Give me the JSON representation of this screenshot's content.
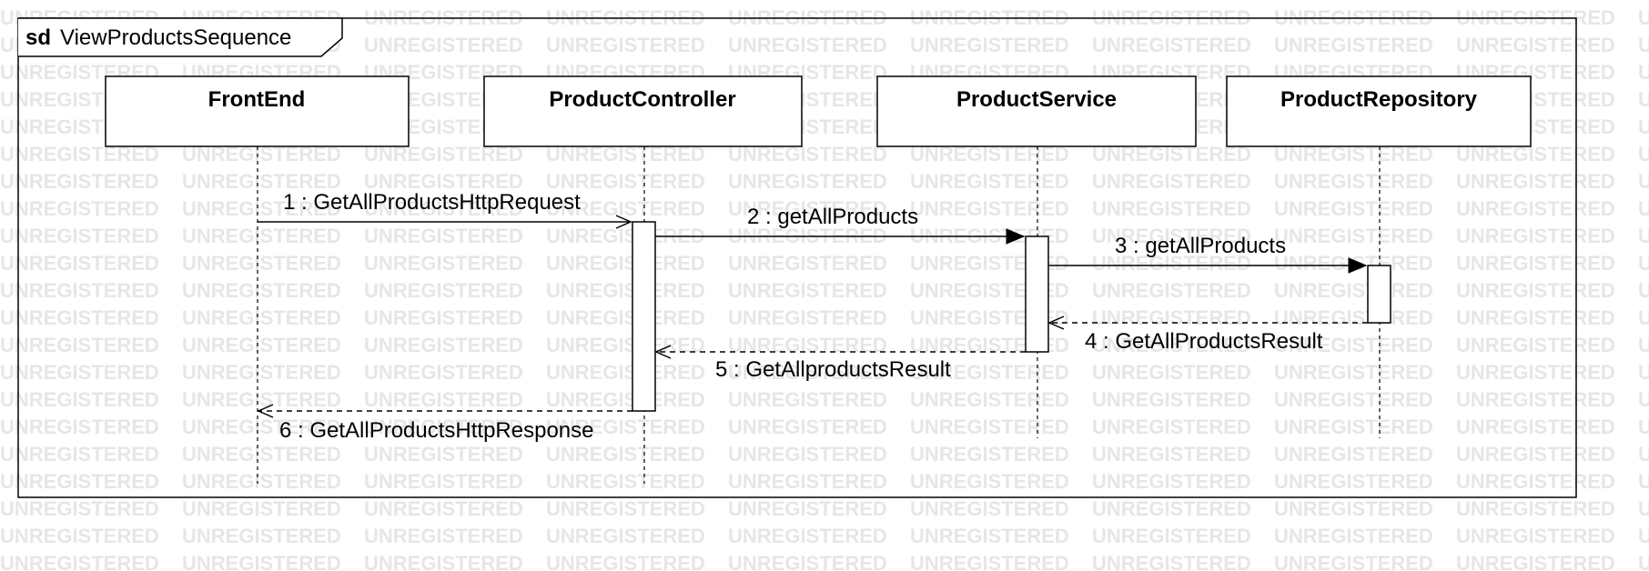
{
  "frame": {
    "keyword": "sd",
    "name": "ViewProductsSequence"
  },
  "watermark": "UNREGISTERED",
  "lifelines": [
    {
      "id": "frontend",
      "name": "FrontEnd"
    },
    {
      "id": "controller",
      "name": "ProductController"
    },
    {
      "id": "service",
      "name": "ProductService"
    },
    {
      "id": "repository",
      "name": "ProductRepository"
    }
  ],
  "messages": [
    {
      "id": "m1",
      "label": "1 : GetAllProductsHttpRequest",
      "from": "frontend",
      "to": "controller",
      "kind": "async"
    },
    {
      "id": "m2",
      "label": "2 : getAllProducts",
      "from": "controller",
      "to": "service",
      "kind": "sync"
    },
    {
      "id": "m3",
      "label": "3 : getAllProducts",
      "from": "service",
      "to": "repository",
      "kind": "sync"
    },
    {
      "id": "m4",
      "label": "4 : GetAllProductsResult",
      "from": "repository",
      "to": "service",
      "kind": "reply"
    },
    {
      "id": "m5",
      "label": "5 : GetAllproductsResult",
      "from": "service",
      "to": "controller",
      "kind": "reply"
    },
    {
      "id": "m6",
      "label": "6 : GetAllProductsHttpResponse",
      "from": "controller",
      "to": "frontend",
      "kind": "reply"
    }
  ],
  "colors": {
    "line": "#000000",
    "watermark": "#e6e6e6",
    "background": "#ffffff"
  }
}
